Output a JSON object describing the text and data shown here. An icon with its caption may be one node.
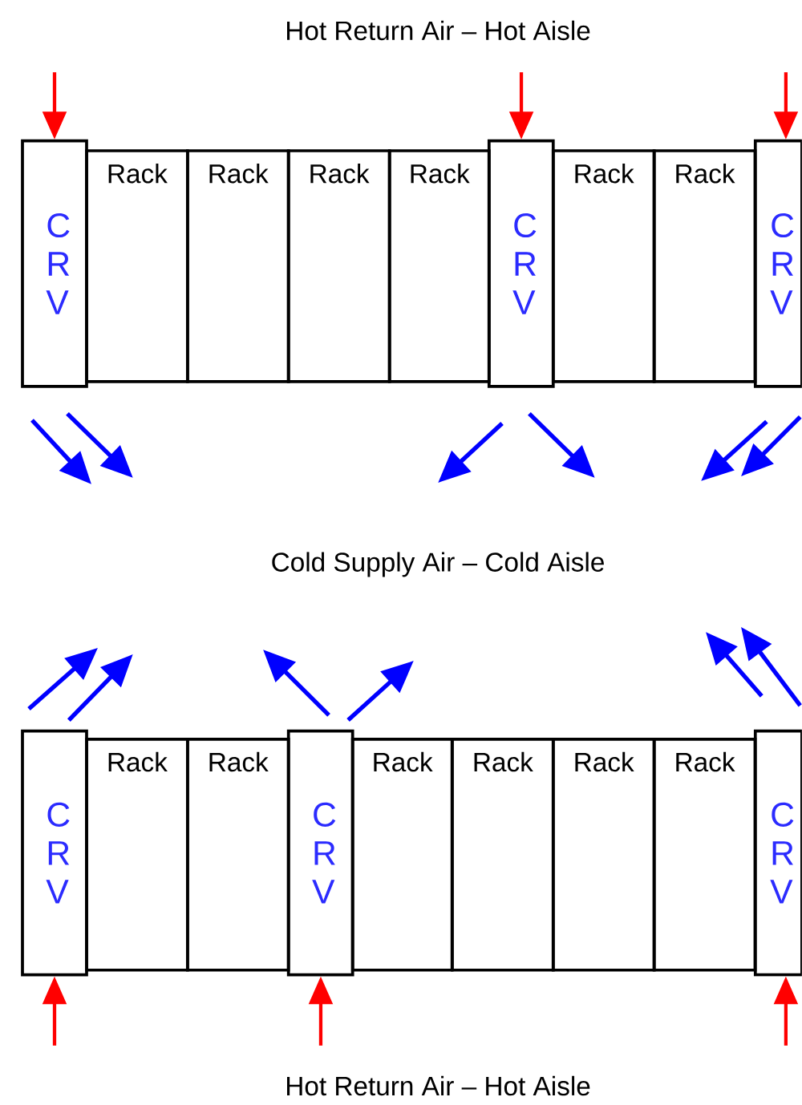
{
  "diagram": {
    "nodes": [
      {
        "text": [
          "C R V"
        ]
      },
      {
        "text": [
          "Rack"
        ]
      },
      {
        "text": [
          "Rack"
        ]
      },
      {
        "text": [
          "Rack"
        ]
      },
      {
        "text": [
          "Rack"
        ]
      },
      {
        "text": [
          "C R V"
        ]
      },
      {
        "text": [
          "Rack"
        ]
      },
      {
        "text": [
          "Rack"
        ]
      },
      {
        "text": [
          "C R V"
        ]
      },
      {
        "text": [
          "C R V"
        ]
      },
      {
        "text": [
          "Rack"
        ]
      },
      {
        "text": [
          "Rack"
        ]
      },
      {
        "text": [
          "C R V"
        ]
      },
      {
        "text": [
          "Rack"
        ]
      },
      {
        "text": [
          "Rack"
        ]
      },
      {
        "text": [
          "Rack"
        ]
      },
      {
        "text": [
          "Rack"
        ]
      },
      {
        "text": [
          "C R V"
        ]
      }
    ],
    "edges": [
      {
        "from": null,
        "to": 0,
        "arrow": "to"
      },
      {
        "from": null,
        "to": 5,
        "arrow": "to"
      },
      {
        "from": null,
        "to": 8,
        "arrow": "to"
      },
      {
        "from": null,
        "to": 9,
        "arrow": "to"
      },
      {
        "from": null,
        "to": 12,
        "arrow": "to"
      },
      {
        "from": null,
        "to": 17,
        "arrow": "to"
      }
    ],
    "labels": [
      "Hot Return Air – Hot Aisle",
      "Cold Supply Air – Cold Aisle",
      "Hot Return Air – Hot Aisle"
    ]
  }
}
